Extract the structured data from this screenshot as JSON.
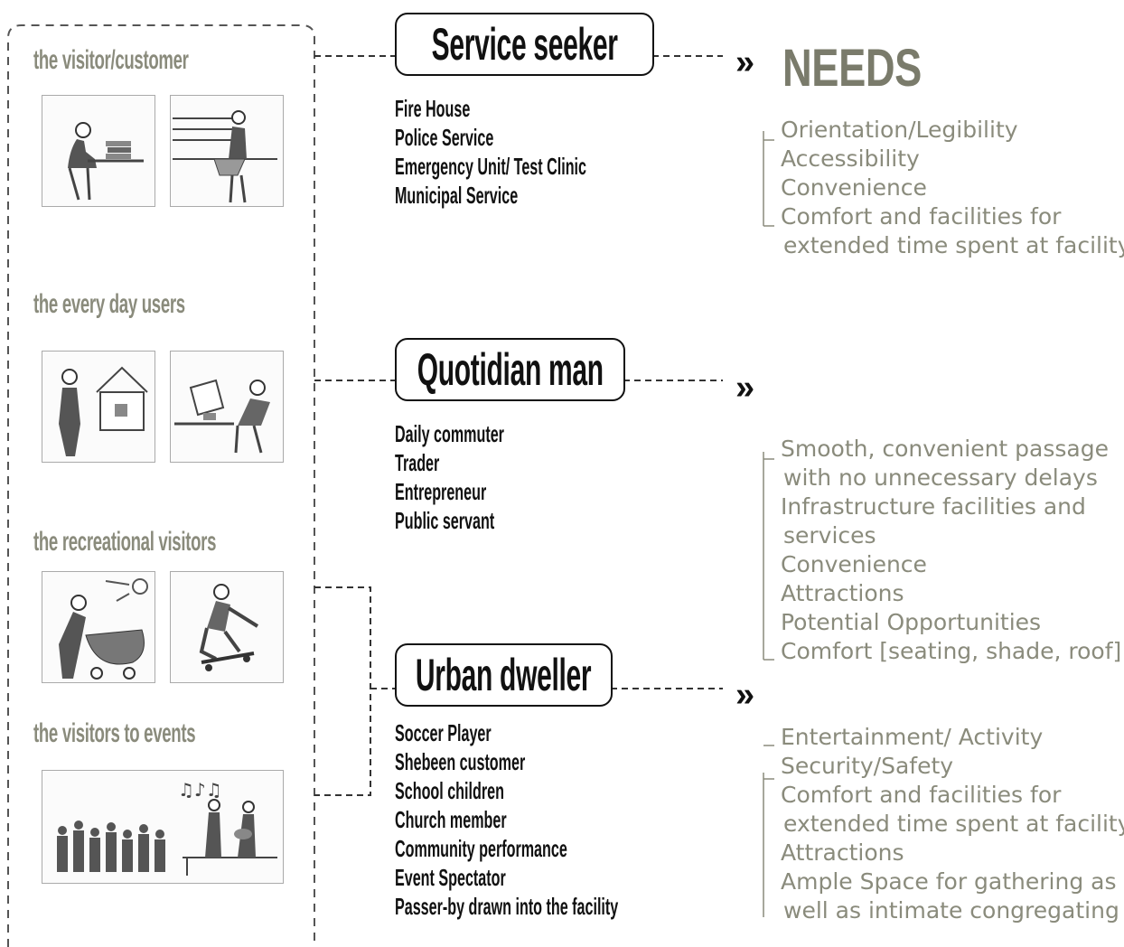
{
  "categories": [
    {
      "label": "the visitor/customer"
    },
    {
      "label": "the every day users"
    },
    {
      "label": "the recreational visitors"
    },
    {
      "label": "the visitors to events"
    }
  ],
  "roles": [
    {
      "title": "Service seeker",
      "items": [
        "Fire House",
        "Police Service",
        "Emergency Unit/ Test Clinic",
        "Municipal Service"
      ]
    },
    {
      "title": "Quotidian man",
      "items": [
        "Daily commuter",
        "Trader",
        "Entrepreneur",
        "Public servant"
      ]
    },
    {
      "title": "Urban dweller",
      "items": [
        "Soccer Player",
        "Shebeen customer",
        "School children",
        "Church member",
        "Community performance",
        "Event Spectator",
        "Passer-by drawn into the facility"
      ]
    }
  ],
  "needs_header": {
    "chevron": "»",
    "title": "NEEDS"
  },
  "needs": [
    {
      "chevron": "»",
      "lines": [
        "Orientation/Legibility",
        "Accessibility",
        "Convenience",
        "Comfort and facilities for",
        "extended time spent at facility"
      ]
    },
    {
      "chevron": "»",
      "lines": [
        "Smooth, convenient passage",
        "with no unnecessary delays",
        "Infrastructure facilities and",
        "services",
        "Convenience",
        "Attractions",
        "Potential Opportunities",
        "Comfort [seating, shade, roof]"
      ]
    },
    {
      "chevron": "»",
      "lines": [
        "Entertainment/ Activity",
        "Security/Safety",
        "Comfort and facilities for",
        "extended time spent at facility",
        "Attractions",
        "Ample Space for gathering as",
        "well as intimate congregating"
      ]
    }
  ],
  "colors": {
    "label_gray": "#8a8b7c",
    "needs_title": "#7a7b6b",
    "ink": "#111111"
  },
  "icons": [
    "person-at-desk-icon",
    "person-at-counter-icon",
    "person-and-house-icon",
    "person-at-computer-icon",
    "person-with-pram-icon",
    "skateboarder-icon",
    "crowd-at-performance-icon"
  ]
}
